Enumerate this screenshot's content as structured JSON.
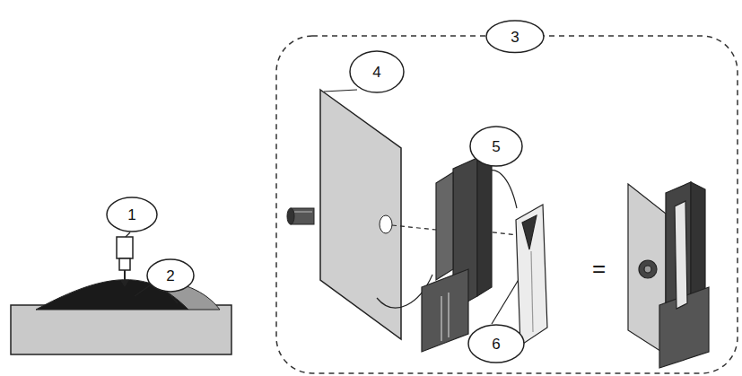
{
  "diagram": {
    "nodes": [
      {
        "text": [
          "1"
        ]
      },
      {
        "text": [
          "2"
        ]
      },
      {
        "text": [
          "3"
        ]
      },
      {
        "text": [
          "4"
        ]
      },
      {
        "text": [
          "5"
        ]
      },
      {
        "text": [
          "6"
        ]
      }
    ],
    "labels": [
      "="
    ]
  }
}
